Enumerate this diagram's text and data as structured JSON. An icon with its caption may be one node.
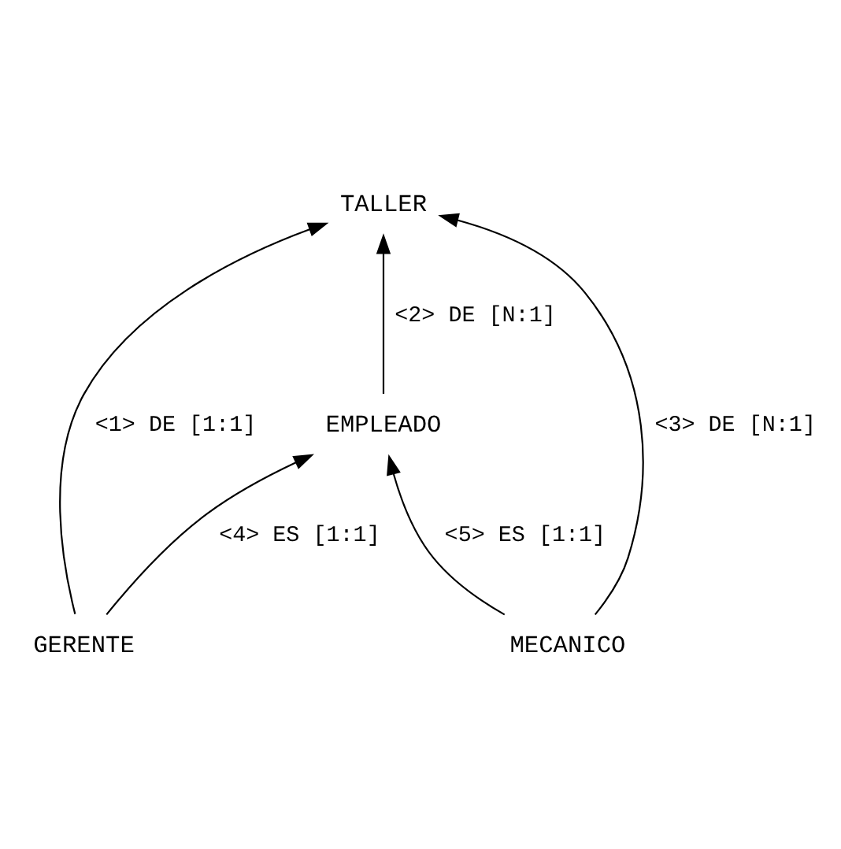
{
  "diagram": {
    "nodes": [
      {
        "text": [
          "TALLER"
        ]
      },
      {
        "text": [
          "EMPLEADO"
        ]
      },
      {
        "text": [
          "GERENTE"
        ]
      },
      {
        "text": [
          "MECANICO"
        ]
      }
    ],
    "edges": [
      {
        "from": 2,
        "to": 0,
        "arrow": "to",
        "label": "<1> DE [1:1]"
      },
      {
        "from": 1,
        "to": 0,
        "arrow": "to",
        "label": "<2> DE [N:1]"
      },
      {
        "from": 3,
        "to": 0,
        "arrow": "to",
        "label": "<3> DE [N:1]"
      },
      {
        "from": 2,
        "to": 1,
        "arrow": "to",
        "label": "<4> ES [1:1]"
      },
      {
        "from": 3,
        "to": 1,
        "arrow": "to",
        "label": "<5> ES [1:1]"
      }
    ]
  }
}
